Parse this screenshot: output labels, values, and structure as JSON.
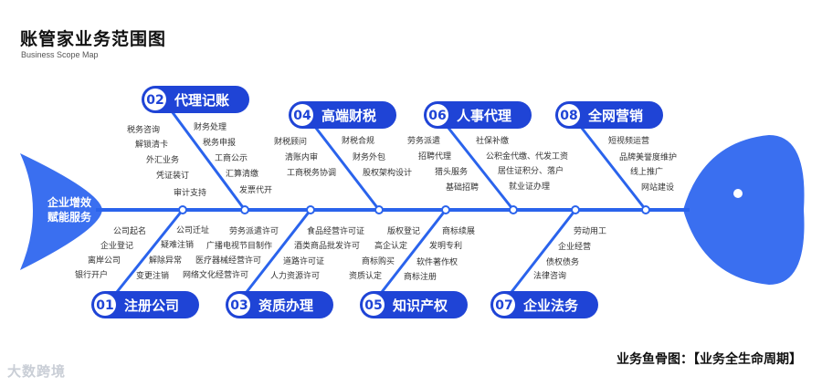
{
  "title": "账管家业务范围图",
  "subtitle": "Business Scope Map",
  "footer": "业务鱼骨图：【业务全生命周期】",
  "watermark": "大数跨境",
  "tail_label": [
    "企业增效",
    "赋能服务"
  ],
  "colors": {
    "primary": "#1f44d6",
    "spine": "#2a63ec",
    "fish": "#3a6ff0",
    "node": "#2a63ec"
  },
  "categories": [
    {
      "num": "02",
      "label": "代理记账",
      "items": [
        "税务咨询",
        "财务处理",
        "解锁清卡",
        "税务申报",
        "外汇业务",
        "工商公示",
        "凭证装订",
        "汇算清缴",
        "审计支持",
        "发票代开"
      ]
    },
    {
      "num": "04",
      "label": "高端财税",
      "items": [
        "财税顾问",
        "财税合规",
        "清账内审",
        "财务外包",
        "工商税务协调",
        "股权架构设计"
      ]
    },
    {
      "num": "06",
      "label": "人事代理",
      "items": [
        "劳务派遣",
        "社保补缴",
        "招聘代理",
        "公积金代缴、代发工资",
        "猎头服务",
        "居住证积分、落户",
        "基础招聘",
        "就业证办理"
      ]
    },
    {
      "num": "08",
      "label": "全网营销",
      "items": [
        "短视频运营",
        "品牌美誉度维护",
        "线上推广",
        "网站建设"
      ]
    },
    {
      "num": "01",
      "label": "注册公司",
      "items": [
        "公司起名",
        "公司迁址",
        "企业登记",
        "疑难注销",
        "离岸公司",
        "解除异常",
        "银行开户",
        "变更注销"
      ]
    },
    {
      "num": "03",
      "label": "资质办理",
      "items": [
        "劳务派遣许可",
        "食品经营许可证",
        "广播电视节目制作",
        "酒类商品批发许可",
        "医疗器械经营许可",
        "道路许可证",
        "网络文化经营许可",
        "人力资源许可"
      ]
    },
    {
      "num": "05",
      "label": "知识产权",
      "items": [
        "版权登记",
        "商标续展",
        "高企认定",
        "发明专利",
        "商标购买",
        "软件著作权",
        "资质认定",
        "商标注册"
      ]
    },
    {
      "num": "07",
      "label": "企业法务",
      "items": [
        "劳动用工",
        "企业经营",
        "债权债务",
        "法律咨询"
      ]
    }
  ]
}
